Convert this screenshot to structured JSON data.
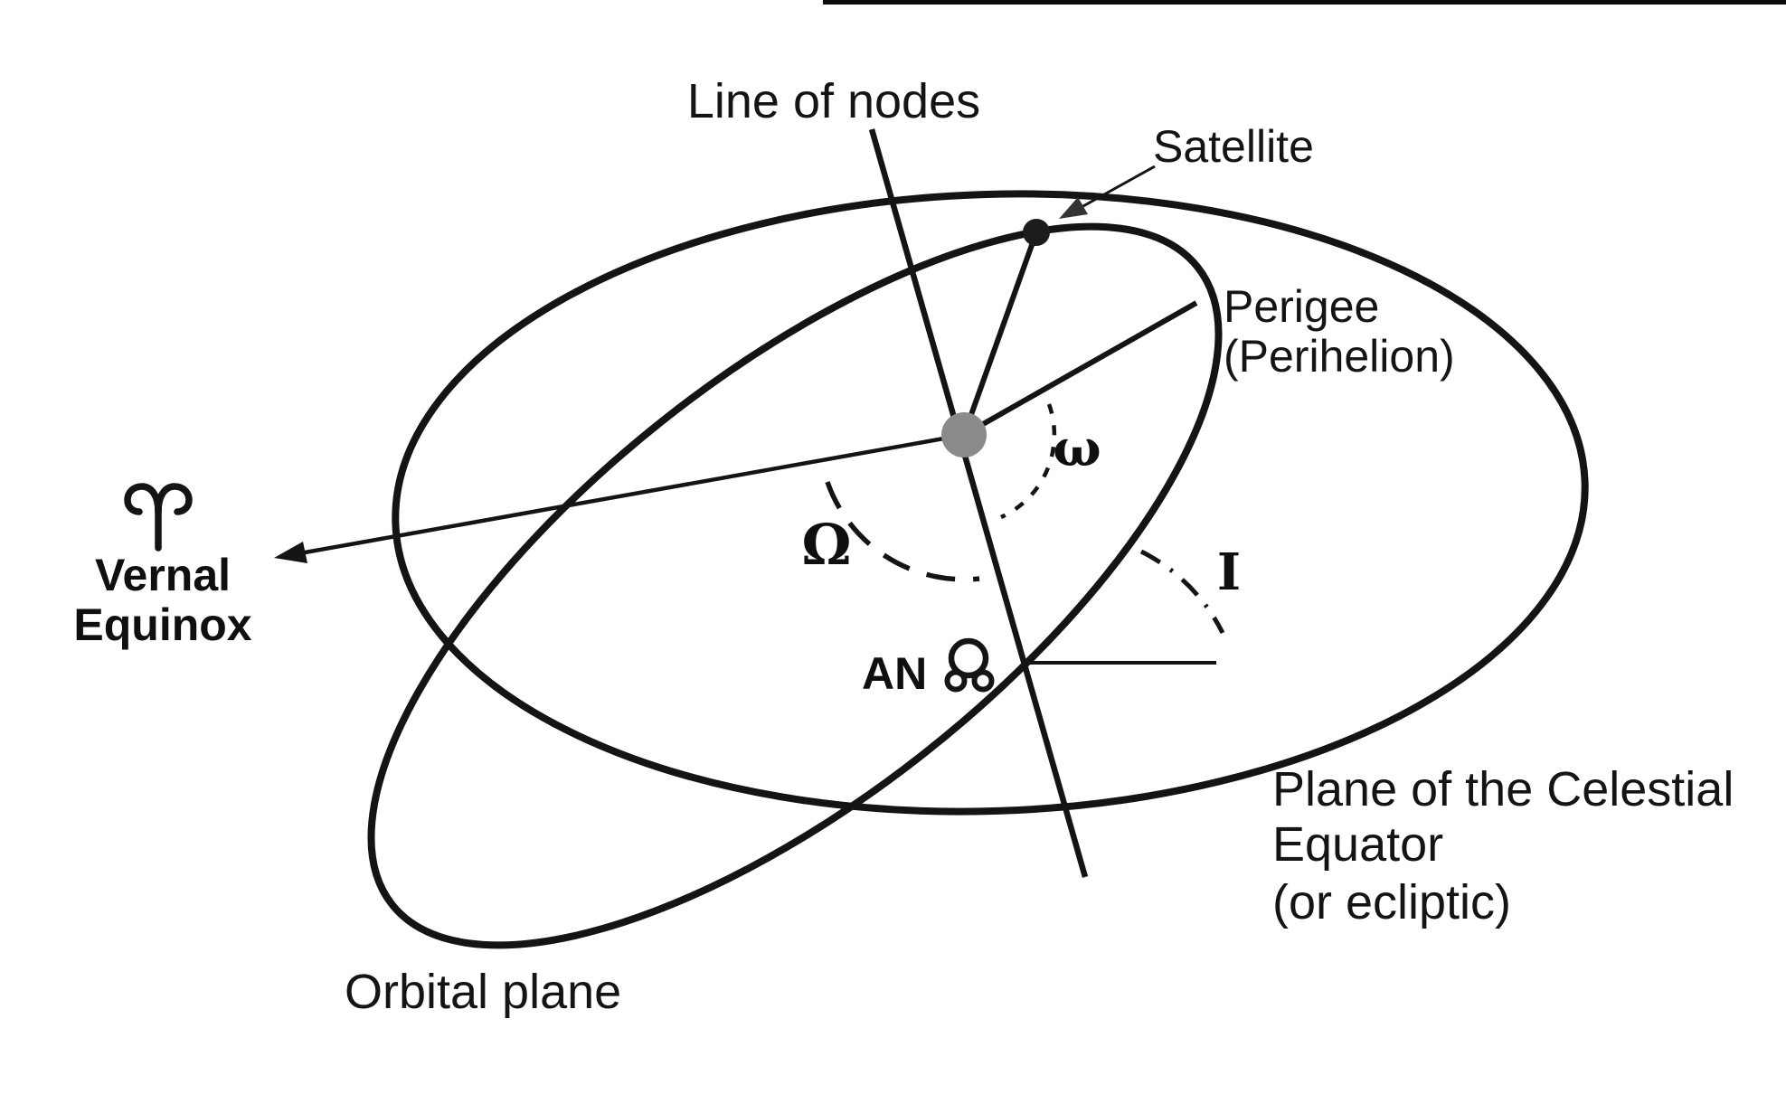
{
  "figure": {
    "background": "#ffffff",
    "ink_color": "#141414",
    "central_body_fill": "#8a8a8a",
    "satellite_fill": "#1c1c1c"
  },
  "labels": {
    "line_of_nodes": "Line of nodes",
    "satellite": "Satellite",
    "perigee_line1": "Perigee",
    "perigee_line2": "(Perihelion)",
    "vernal_line1": "Vernal",
    "vernal_line2": "Equinox",
    "orbital_plane": "Orbital plane",
    "equator_plane_line1": "Plane of the Celestial",
    "equator_plane_line2": "Equator",
    "equator_plane_line3": "(or ecliptic)",
    "ascending_node_abbr": "AN"
  },
  "angle_symbols": {
    "raan": "Ω",
    "argument_of_perigee": "ω",
    "inclination": "I"
  },
  "glyphs": {
    "vernal_equinox_symbol": "♈",
    "ascending_node_symbol": "☊"
  }
}
